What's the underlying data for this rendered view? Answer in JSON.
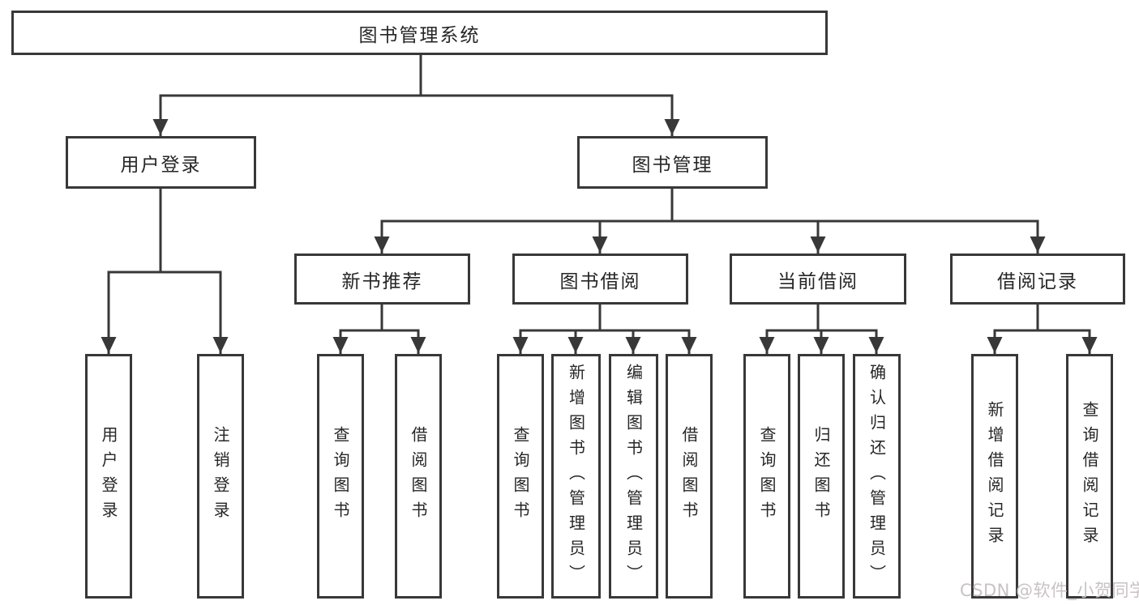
{
  "tree": {
    "root": {
      "label": "图书管理系统",
      "children": [
        {
          "label": "用户登录",
          "children": [
            {
              "label": "用户登录"
            },
            {
              "label": "注销登录"
            }
          ]
        },
        {
          "label": "图书管理",
          "children": [
            {
              "label": "新书推荐",
              "children": [
                {
                  "label": "查询图书"
                },
                {
                  "label": "借阅图书"
                }
              ]
            },
            {
              "label": "图书借阅",
              "children": [
                {
                  "label": "查询图书"
                },
                {
                  "label": "新增图书（管理员）"
                },
                {
                  "label": "编辑图书（管理员）"
                },
                {
                  "label": "借阅图书"
                }
              ]
            },
            {
              "label": "当前借阅",
              "children": [
                {
                  "label": "查询图书"
                },
                {
                  "label": "归还图书"
                },
                {
                  "label": "确认归还（管理员）"
                }
              ]
            },
            {
              "label": "借阅记录",
              "children": [
                {
                  "label": "新增借阅记录"
                },
                {
                  "label": "查询借阅记录"
                }
              ]
            }
          ]
        }
      ]
    }
  },
  "watermark": {
    "text": "CSDN @软件_小贺同学"
  },
  "colors": {
    "line": "#383838",
    "text": "#262626",
    "box_background": "#ffffff",
    "watermark": "#c9c2c4"
  }
}
